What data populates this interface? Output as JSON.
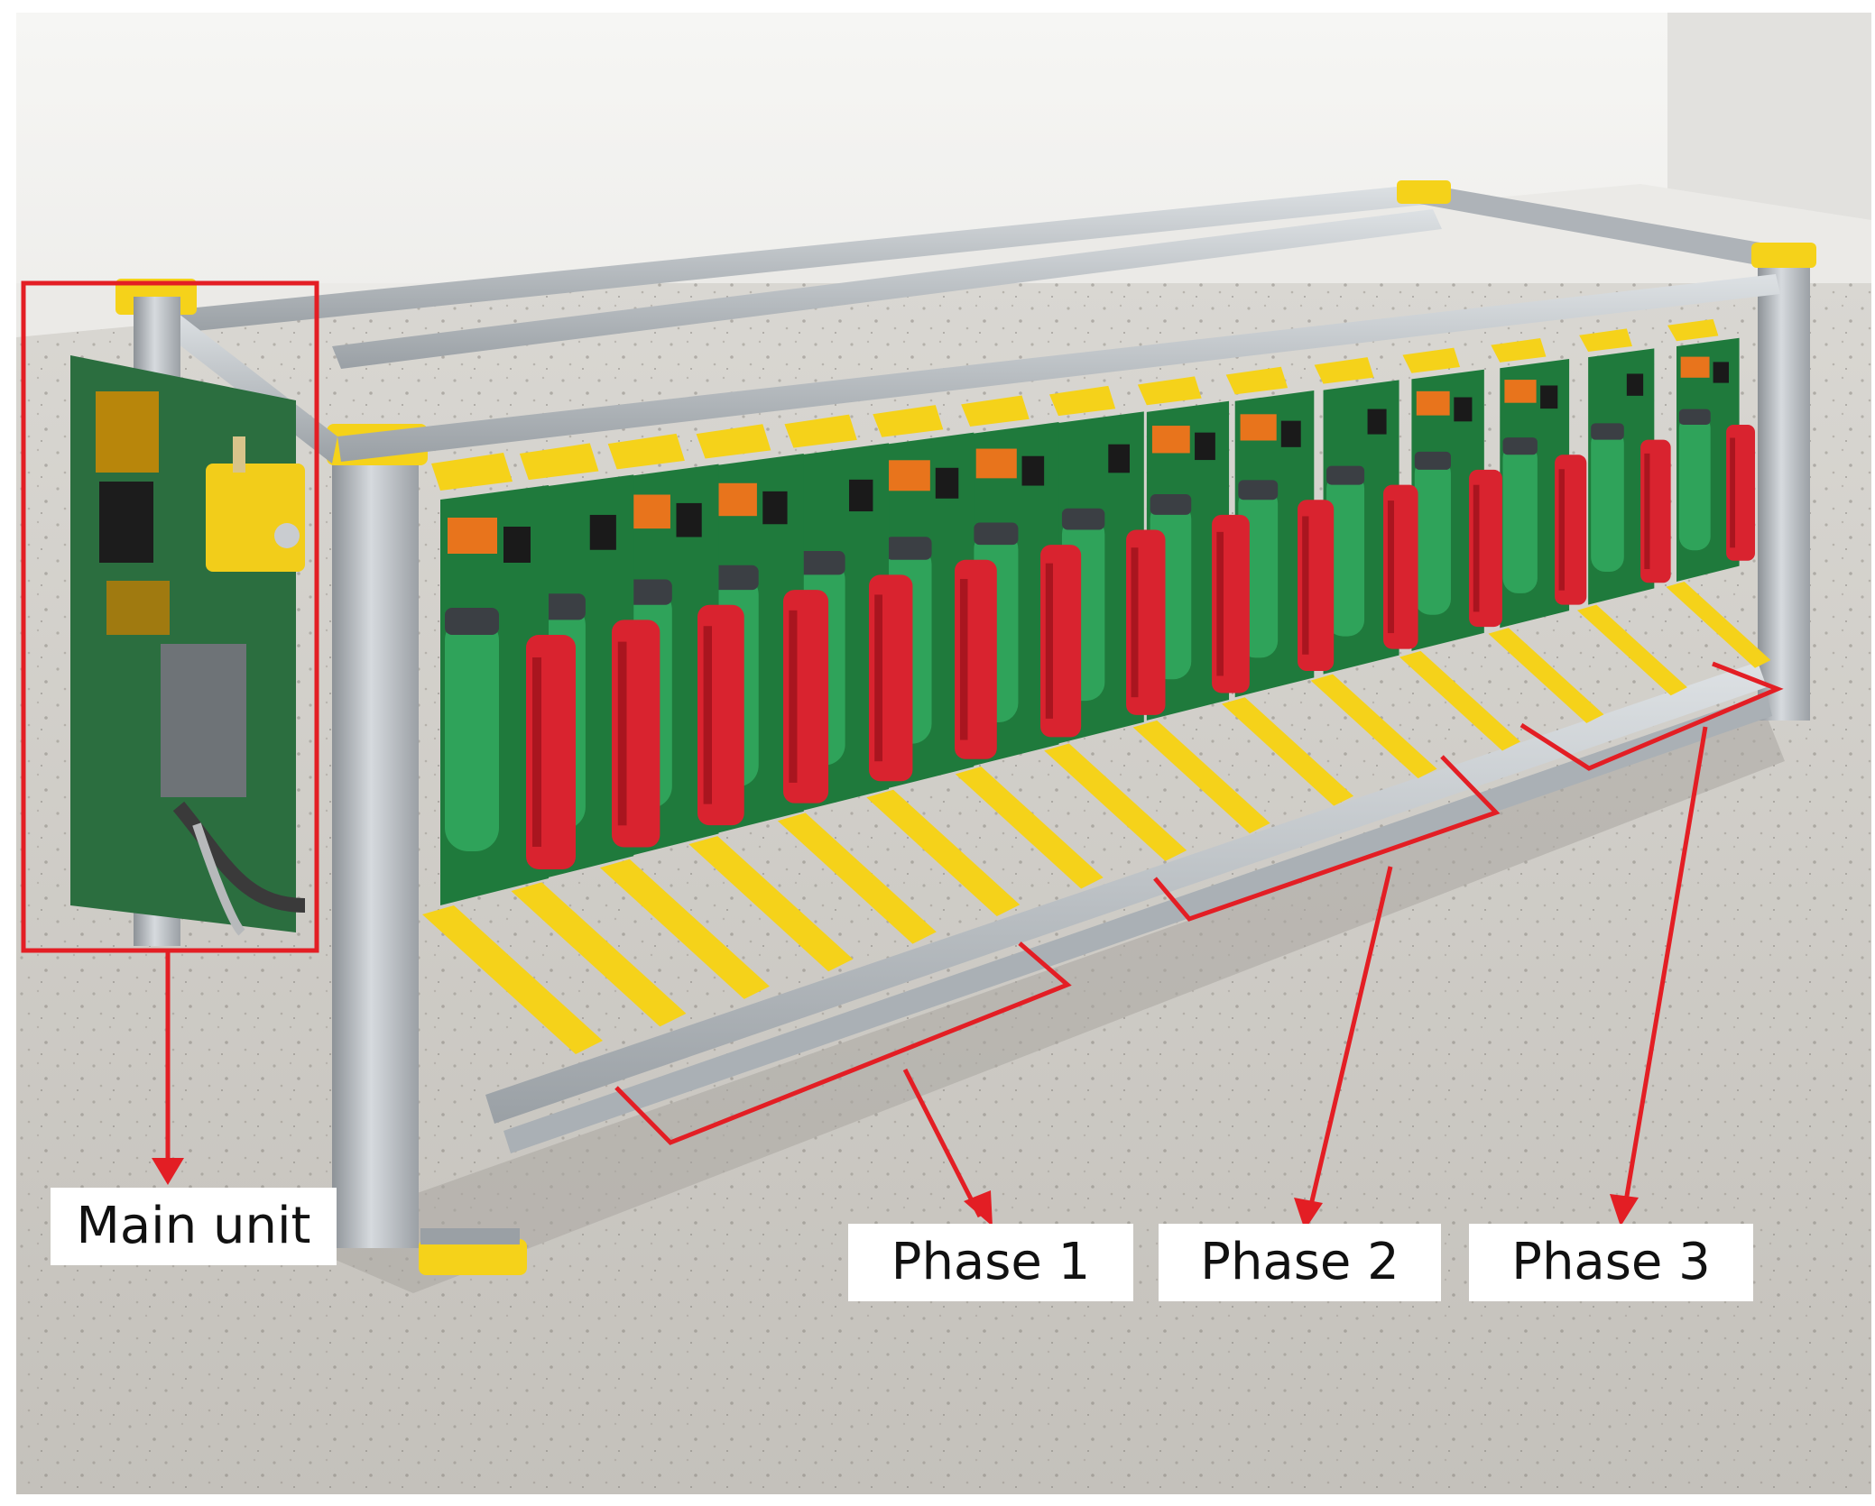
{
  "labels": {
    "main_unit": "Main unit",
    "phase_1": "Phase 1",
    "phase_2": "Phase 2",
    "phase_3": "Phase 3"
  },
  "scene": {
    "description_items": [
      "aluminium-frame",
      "battery-module-cards",
      "main-unit-board",
      "red-callout-brackets"
    ],
    "module_count": 15,
    "phase_count": 3
  },
  "colors": {
    "callout_red": "#e31e24",
    "frame_aluminium": "#b9bec3",
    "bracket_yellow": "#f5d21a",
    "pcb_green": "#1f7a3c",
    "cell_green": "#2fa35a",
    "handle_red": "#d9232f",
    "relay_orange": "#e8741c",
    "floor_grey": "#cfcdc8",
    "wall_white": "#f4f4f2"
  }
}
